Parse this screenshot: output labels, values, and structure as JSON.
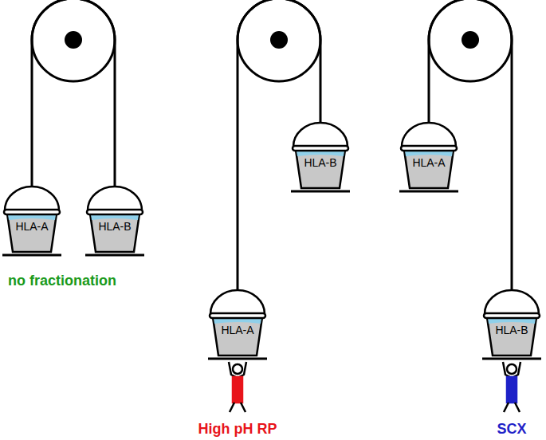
{
  "diagram": {
    "nodes": [
      {
        "text": [
          "HLA-A"
        ]
      },
      {
        "text": [
          "HLA-B"
        ]
      },
      {
        "text": [
          "HLA-B"
        ]
      },
      {
        "text": [
          "HLA-A"
        ]
      },
      {
        "text": [
          "HLA-A"
        ]
      },
      {
        "text": [
          "HLA-B"
        ]
      }
    ],
    "edges": [
      {
        "from": 0,
        "to": 1,
        "arrow": "none"
      },
      {
        "from": 4,
        "to": 2,
        "arrow": "none"
      },
      {
        "from": 3,
        "to": 5,
        "arrow": "none"
      }
    ],
    "labels": [
      "no fractionation",
      "High pH RP",
      "SCX"
    ]
  }
}
